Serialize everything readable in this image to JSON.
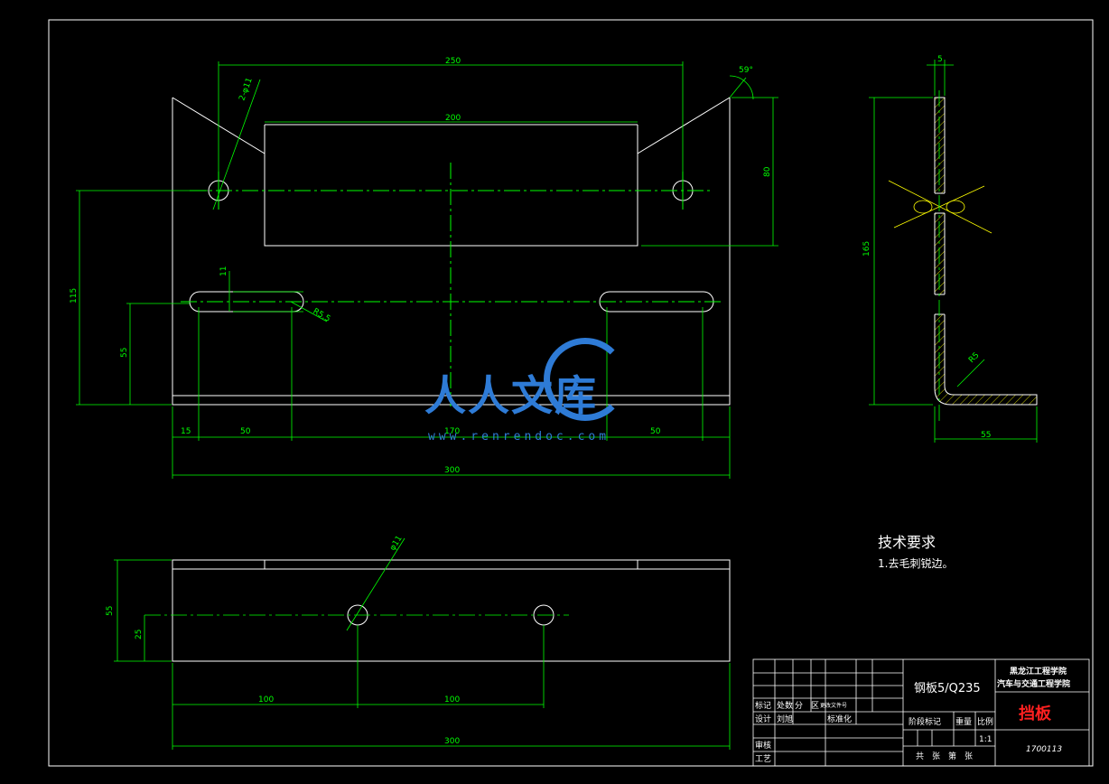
{
  "front_view": {
    "dimensions": {
      "span_250": "250",
      "slot_200": "200",
      "hole_2phi11": "2-φ11",
      "angle_59": "59°",
      "height_80": "80",
      "height_115": "115",
      "height_55": "55",
      "slot_width_11": "11",
      "slot_r5_5": "R5.5",
      "bottom_15": "15",
      "bottom_50_left": "50",
      "bottom_170": "170",
      "bottom_50_right": "50",
      "overall_300": "300"
    }
  },
  "side_view": {
    "dimensions": {
      "thickness_5": "5",
      "height_165": "165",
      "radius_r5": "R5",
      "foot_55": "55"
    }
  },
  "bottom_view": {
    "dimensions": {
      "phi11": "φ11",
      "height_55": "55",
      "height_25": "25",
      "hole_100_left": "100",
      "hole_100_right": "100",
      "overall_300": "300"
    }
  },
  "technical_requirements": {
    "title": "技术要求",
    "item_1": "1.去毛刺锐边。"
  },
  "title_block": {
    "material": "钢板5/Q235",
    "school": "黑龙江工程学院",
    "department": "汽车与交通工程学院",
    "part_name": "挡板",
    "drawing_no": "1700113",
    "scale": "1:1",
    "labels": {
      "mark": "标记",
      "count": "处数",
      "zone": "分　区",
      "change_doc": "更改文件号",
      "design": "设计",
      "date": "刘旭",
      "standardize": "标准化",
      "stage_mark": "阶段标记",
      "weight": "重量",
      "ratio": "比例",
      "review": "审核",
      "process": "工艺",
      "sheets": "共　张　第　张"
    }
  },
  "watermark": {
    "text": "人人文库",
    "url": "www.renrendoc.com"
  },
  "colors": {
    "background": "#000000",
    "outline": "#ffffff",
    "dimension": "#00ff00",
    "dimension_text": "#00ff00",
    "hatch": "#ffff00",
    "centerline": "#00ff00",
    "part_name": "#ff2020",
    "watermark": "#2e7bd6"
  }
}
